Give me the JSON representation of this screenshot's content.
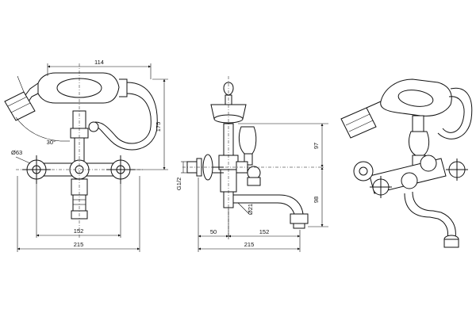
{
  "views": {
    "front": {
      "dim_top": "114",
      "dim_height": "175",
      "dim_angle": "30°",
      "dim_diameter": "Ø63",
      "dim_centres": "152",
      "dim_overall": "215"
    },
    "side": {
      "dim_upper": "97",
      "dim_lower": "98",
      "dim_thread": "G1/2",
      "dim_spout_dia": "Ø21",
      "dim_wall": "50",
      "dim_centres": "152",
      "dim_overall": "215"
    },
    "iso": {}
  }
}
